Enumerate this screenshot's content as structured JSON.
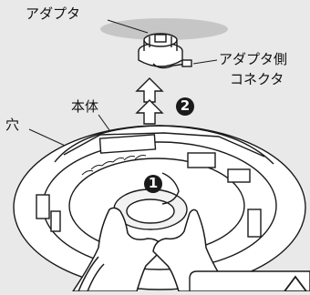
{
  "labels": {
    "adapter": "アダプタ",
    "adapter_connector_line1": "アダプタ側",
    "adapter_connector_line2": "コネクタ",
    "body": "本体",
    "hole": "穴"
  },
  "steps": {
    "step1": "1",
    "step2": "2"
  },
  "colors": {
    "background": "#e9e9e9",
    "ceiling_shade": "#c4c4c4",
    "line": "#1a1a1a",
    "fill_white": "#ffffff"
  },
  "icons": {
    "warning": "warning-triangle-icon",
    "arrow": "up-arrow-icon"
  }
}
